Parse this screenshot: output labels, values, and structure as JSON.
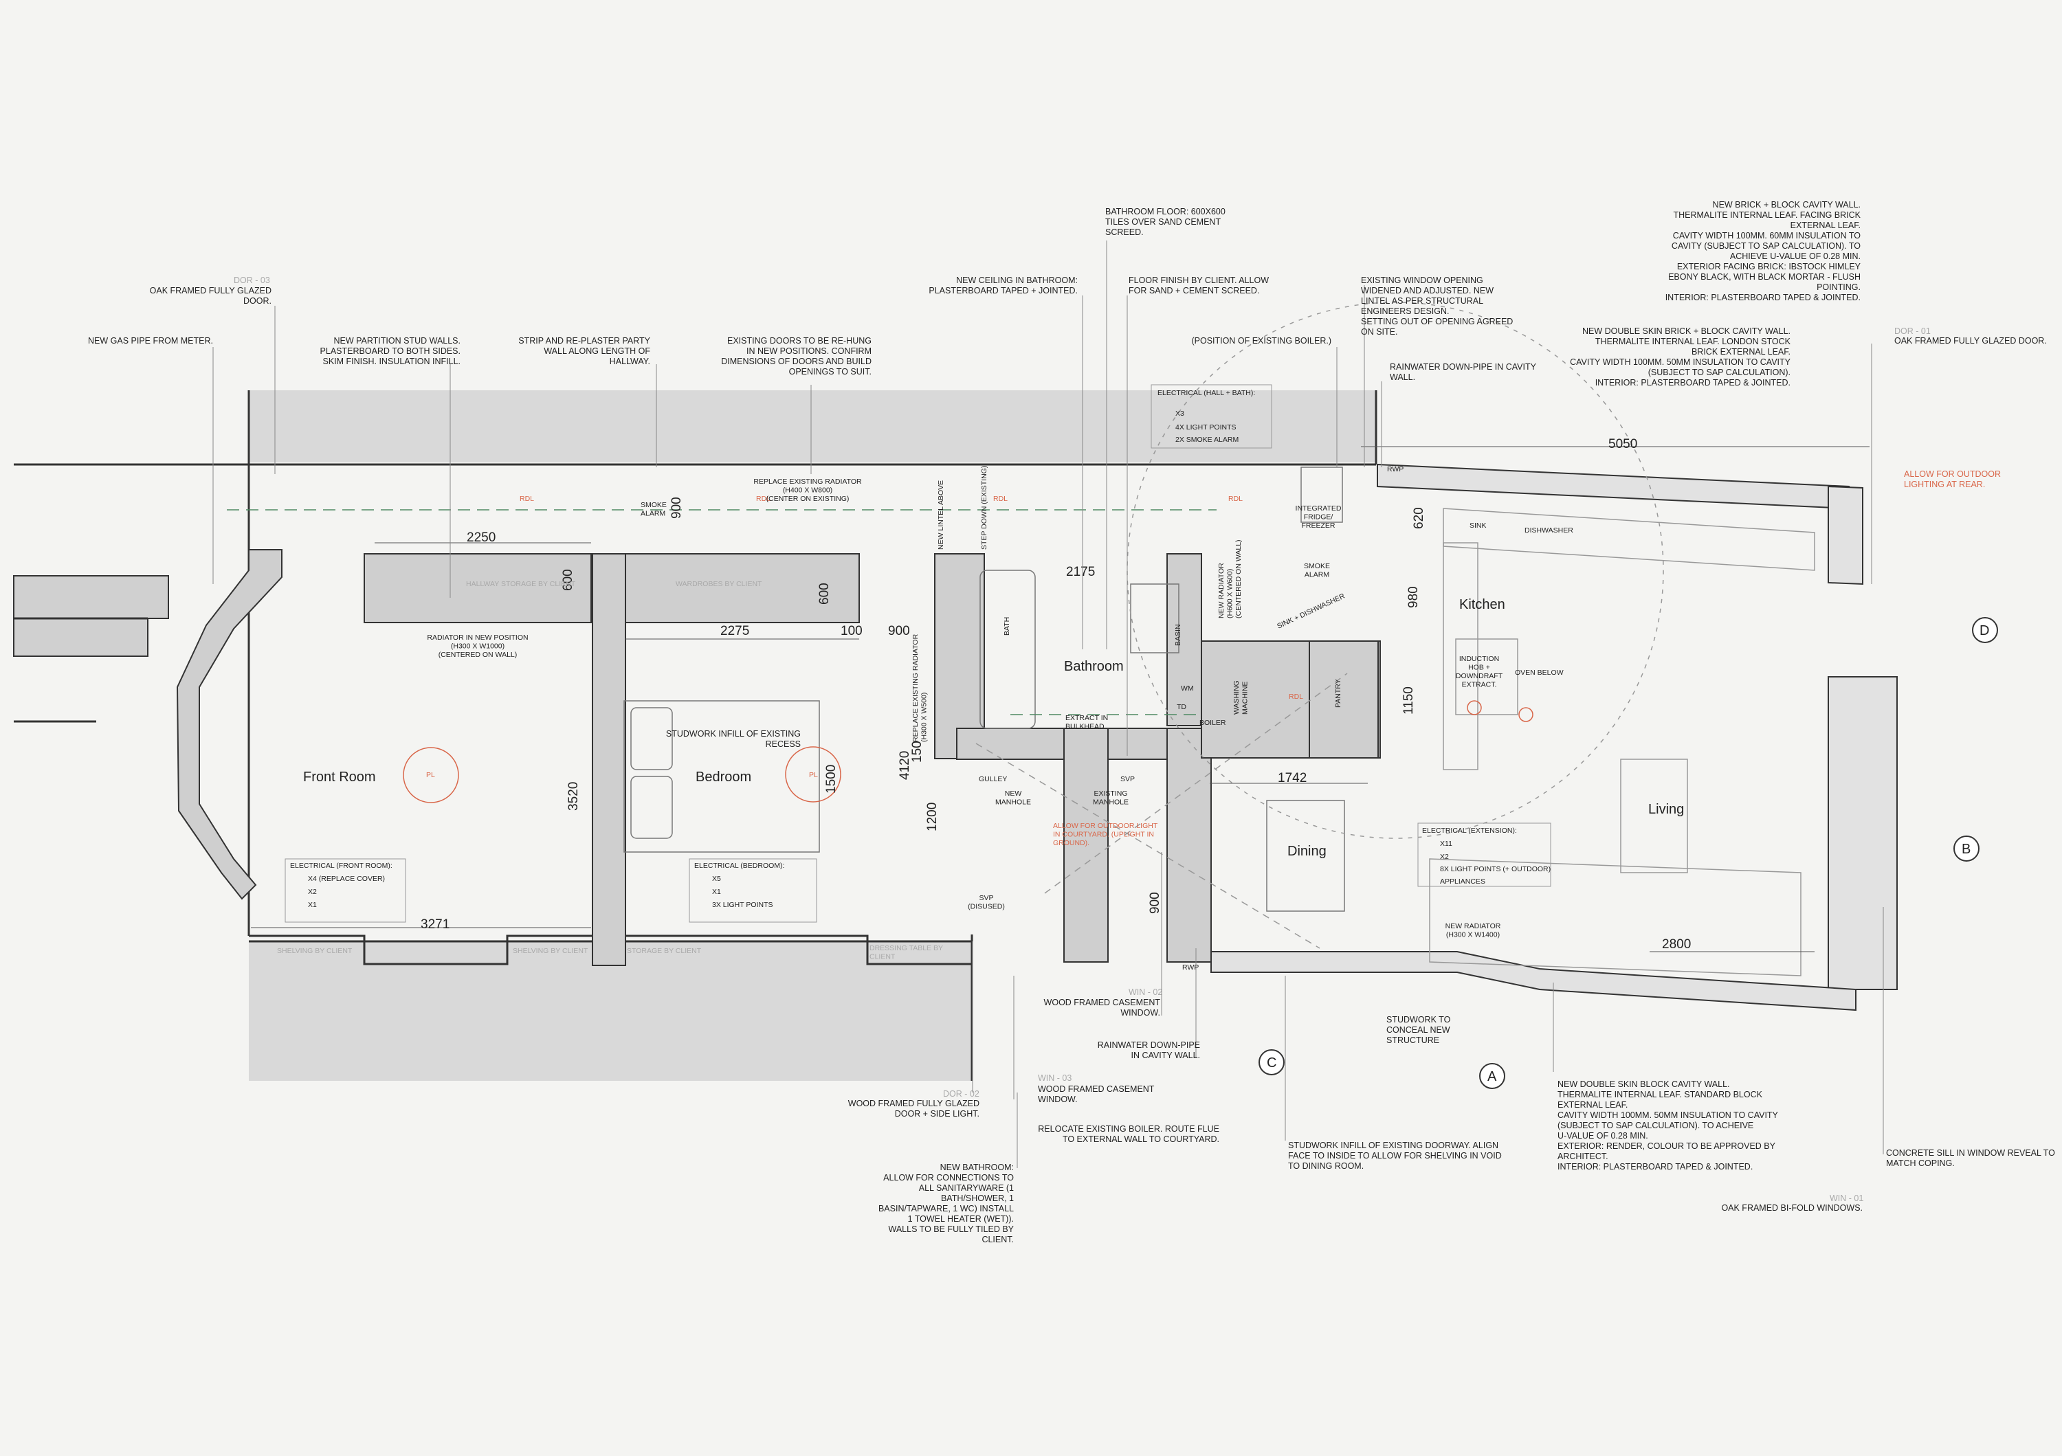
{
  "colors": {
    "background": "#f4f4f2",
    "wall": "#c8c8c8",
    "line": "#333333",
    "accent": "#d9674a",
    "green": "#4f8a63"
  },
  "rooms": {
    "front_room": "Front Room",
    "bedroom": "Bedroom",
    "bathroom": "Bathroom",
    "kitchen": "Kitchen",
    "dining": "Dining",
    "living": "Living"
  },
  "grid_markers": {
    "a": "A",
    "b": "B",
    "c": "C",
    "d": "D"
  },
  "dimensions": {
    "d2250": "2250",
    "d600a": "600",
    "d2275": "2275",
    "d600b": "600",
    "d100": "100",
    "d900a": "900",
    "d900b": "900",
    "d2175": "2175",
    "d3520": "3520",
    "d1500": "1500",
    "d4120": "4120",
    "d1200": "1200",
    "d150": "150",
    "d3271": "3271",
    "d1742": "1742",
    "d5050": "5050",
    "d620": "620",
    "d980": "980",
    "d1150": "1150",
    "d900c": "900",
    "d2800": "2800"
  },
  "tags": {
    "dor03": "DOR - 03",
    "dor01": "DOR - 01",
    "dor02": "DOR - 02",
    "win02": "WIN - 02",
    "win03": "WIN - 03",
    "win01": "WIN - 01"
  },
  "notes": {
    "oak_door_1": "OAK FRAMED FULLY GLAZED\nDOOR.",
    "gas_pipe": "NEW GAS PIPE FROM METER.",
    "partition": "NEW PARTITION STUD WALLS.\nPLASTERBOARD TO BOTH SIDES.\nSKIM FINISH. INSULATION INFILL.",
    "replaster": "STRIP AND RE-PLASTER PARTY\nWALL ALONG LENGTH OF\nHALLWAY.",
    "rehung": "EXISTING DOORS TO BE RE-HUNG\nIN NEW POSITIONS. CONFIRM\nDIMENSIONS OF DOORS AND BUILD\nOPENINGS TO SUIT.",
    "ceiling": "NEW CEILING IN BATHROOM:\nPLASTERBOARD TAPED + JOINTED.",
    "bath_floor": "BATHROOM FLOOR: 600X600\nTILES OVER SAND CEMENT\nSCREED.",
    "floor_finish": "FLOOR FINISH BY CLIENT. ALLOW\nFOR SAND + CEMENT SCREED.",
    "boiler_pos": "(POSITION OF EXISTING BOILER.)",
    "window_opening": "EXISTING WINDOW OPENING\nWIDENED AND ADJUSTED. NEW\nLINTEL AS PER STRUCTURAL\nENGINEERS DESIGN.\nSETTING OUT OF OPENING AGREED\nON SITE.",
    "rainwater_1": "RAINWATER DOWN-PIPE IN CAVITY\nWALL.",
    "brick_block": "NEW BRICK + BLOCK CAVITY WALL.\nTHERMALITE INTERNAL LEAF. FACING BRICK\nEXTERNAL LEAF.\nCAVITY WIDTH 100MM. 60MM INSULATION TO\nCAVITY (SUBJECT TO SAP CALCULATION). TO\nACHIEVE U-VALUE OF 0.28 MIN.\nEXTERIOR FACING BRICK: IBSTOCK HIMLEY\nEBONY BLACK, WITH BLACK MORTAR - FLUSH\nPOINTING.\nINTERIOR: PLASTERBOARD TAPED & JOINTED.",
    "double_skin_brick": "NEW DOUBLE SKIN BRICK + BLOCK CAVITY WALL.\nTHERMALITE INTERNAL LEAF. LONDON STOCK\nBRICK EXTERNAL LEAF.\nCAVITY WIDTH 100MM. 50MM INSULATION TO CAVITY\n(SUBJECT TO SAP CALCULATION).\nINTERIOR: PLASTERBOARD TAPED & JOINTED.",
    "oak_door_2": "OAK FRAMED FULLY GLAZED DOOR.",
    "outdoor_lighting": "ALLOW FOR OUTDOOR\nLIGHTING AT REAR.",
    "wood_door": "WOOD FRAMED FULLY GLAZED\nDOOR + SIDE LIGHT.",
    "new_bathroom": "NEW BATHROOM:\nALLOW FOR CONNECTIONS TO\nALL SANITARYWARE (1\nBATH/SHOWER, 1\nBASIN/TAPWARE, 1 WC) INSTALL\n1 TOWEL HEATER (WET)).\nWALLS TO BE FULLY TILED BY\nCLIENT.",
    "casement_1": "WOOD FRAMED CASEMENT\nWINDOW.",
    "rainwater_2": "RAINWATER DOWN-PIPE\nIN CAVITY WALL.",
    "casement_2": "WOOD FRAMED CASEMENT\nWINDOW.",
    "relocate_boiler": "RELOCATE EXISTING BOILER. ROUTE FLUE\nTO EXTERNAL WALL TO COURTYARD.",
    "studwork_conceal": "STUDWORK TO\nCONCEAL NEW\nSTRUCTURE",
    "studwork_doorway": "STUDWORK INFILL OF EXISTING DOORWAY. ALIGN\nFACE TO INSIDE TO ALLOW FOR SHELVING IN VOID\nTO DINING ROOM.",
    "double_skin_block": "NEW DOUBLE SKIN BLOCK CAVITY WALL.\nTHERMALITE INTERNAL LEAF. STANDARD BLOCK\nEXTERNAL LEAF.\nCAVITY WIDTH 100MM. 50MM INSULATION TO CAVITY\n(SUBJECT TO SAP CALCULATION). TO ACHEIVE\nU-VALUE OF 0.28 MIN.\nEXTERIOR: RENDER, COLOUR TO BE APPROVED BY\nARCHITECT.\nINTERIOR: PLASTERBOARD TAPED & JOINTED.",
    "concrete_sill": "CONCRETE SILL IN WINDOW REVEAL TO\nMATCH COPING.",
    "bifold": "OAK FRAMED BI-FOLD WINDOWS."
  },
  "labels": {
    "rdl": "RDL",
    "pl": "PL",
    "smoke_alarm": "SMOKE\nALARM",
    "replace_radiator": "REPLACE EXISTING RADIATOR\n(H400 X W800)\n(CENTER ON EXISTING)",
    "hallway_storage": "HALLWAY STORAGE BY CLIENT",
    "wardrobes": "WARDROBES BY CLIENT",
    "radiator_new_pos": "RADIATOR IN NEW POSITION\n(H300 X W1000)\n(CENTERED ON WALL)",
    "studwork_infill": "STUDWORK INFILL OF EXISTING\nRECESS",
    "shelving_1": "SHELVING BY CLIENT",
    "shelving_2": "SHELVING BY CLIENT",
    "storage_client": "STORAGE BY CLIENT",
    "dressing_table": "DRESSING TABLE  BY\nCLIENT",
    "new_lintel": "NEW LINTEL ABOVE",
    "step_down": "STEP DOWN (EXISTING)",
    "replace_radiator_v": "REPLACE EXISTING RADIATOR\n(H300 X W500)",
    "bath": "BATH",
    "basin": "BASIN",
    "extract": "EXTRACT IN\nBULKHEAD",
    "gulley": "GULLEY",
    "new_manhole": "NEW\nMANHOLE",
    "svp": "SVP",
    "existing_manhole": "EXISTING\nMANHOLE",
    "svp_disused": "SVP\n(DISUSED)",
    "courtyard_light": "ALLOW FOR OUTDOOR LIGHT\nIN COURTYARD. (UPLIGHT IN\nGROUND).",
    "rwp": "RWP",
    "new_radiator_v": "NEW RADIATOR\n(H600 X W600)\n(CENTERED ON WALL)",
    "washing_machine": "WASHING\nMACHINE",
    "pantry": "PANTRY",
    "boiler": "BOILER",
    "wm": "WM",
    "tdv": "TD",
    "integrated_fridge": "INTEGRATED\nFRIDGE/\nFREEZER",
    "smoke_alarm_k": "SMOKE\nALARM",
    "sink_dishwasher": "SINK + DISHWASHER",
    "sink": "SINK",
    "dishwasher": "DISHWASHER",
    "induction": "INDUCTION\nHOB +\nDOWNDRAFT\nEXTRACT.",
    "oven_below": "OVEN BELOW",
    "new_radiator_h": "NEW RADIATOR\n(H300 X W1400)"
  },
  "electrical": {
    "hall_bath": {
      "title": "ELECTRICAL (HALL + BATH):",
      "rows": [
        "X3",
        "4X LIGHT POINTS",
        "2X SMOKE ALARM"
      ]
    },
    "front_room": {
      "title": "ELECTRICAL (FRONT ROOM):",
      "rows": [
        "X4 (REPLACE COVER)",
        "X2",
        "X1"
      ]
    },
    "bedroom": {
      "title": "ELECTRICAL (BEDROOM):",
      "rows": [
        "X5",
        "X1",
        "3X LIGHT POINTS"
      ]
    },
    "extension": {
      "title": "ELECTRICAL (EXTENSION):",
      "rows": [
        "X11",
        "X2",
        "8X LIGHT POINTS (+ OUTDOOR)",
        "APPLIANCES"
      ]
    }
  }
}
